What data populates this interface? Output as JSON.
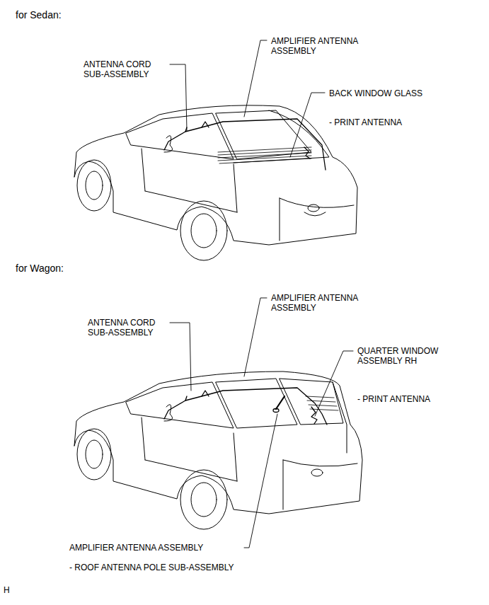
{
  "diagram": {
    "labels": [
      "for Sedan:",
      "ANTENNA CORD SUB-ASSEMBLY",
      "AMPLIFIER ANTENNA ASSEMBLY",
      "BACK WINDOW GLASS",
      "- PRINT ANTENNA",
      "for Wagon:",
      "AMPLIFIER ANTENNA ASSEMBLY",
      "ANTENNA CORD SUB-ASSEMBLY",
      "QUARTER WINDOW ASSEMBLY RH",
      "- PRINT ANTENNA",
      "AMPLIFIER ANTENNA ASSEMBLY",
      "- ROOF ANTENNA POLE SUB-ASSEMBLY",
      "H"
    ]
  }
}
